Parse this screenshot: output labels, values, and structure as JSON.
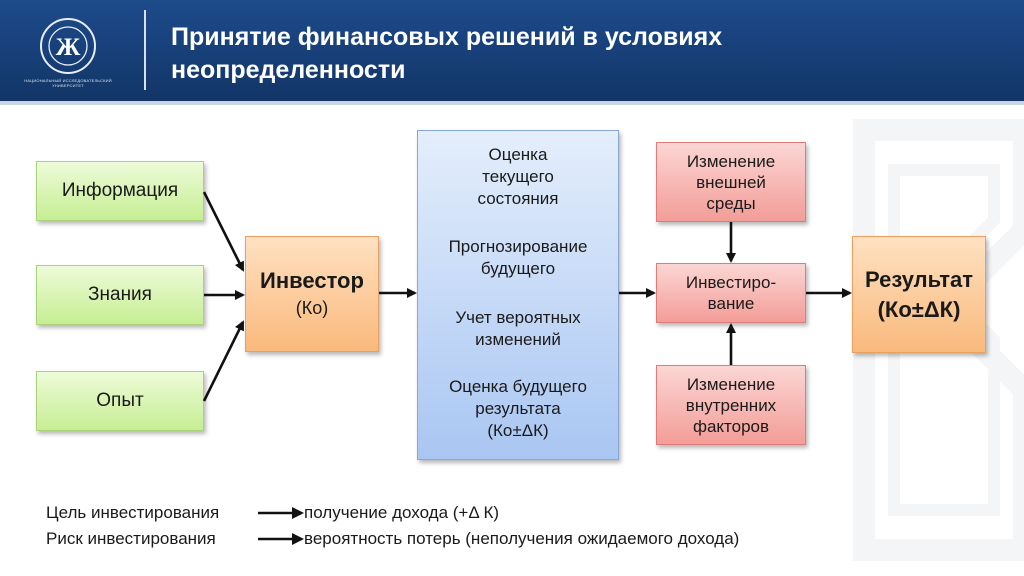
{
  "header": {
    "title_line1": "Принятие финансовых решений в условиях",
    "title_line2": "неопределенности",
    "logo_letter": "Ж",
    "logo_caption": "НАЦИОНАЛЬНЫЙ ИССЛЕДОВАТЕЛЬСКИЙ УНИВЕРСИТЕТ",
    "colors": {
      "header_bg": "#1a4480",
      "stripe": "#c9d4e3"
    }
  },
  "diagram": {
    "inputs": [
      "Информация",
      "Знания",
      "Опыт"
    ],
    "investor": {
      "title": "Инвестор",
      "sub": "(Ко)"
    },
    "process": [
      [
        "Оценка",
        "текущего",
        "состояния"
      ],
      [
        "Прогнозирование",
        "будущего"
      ],
      [
        "Учет вероятных",
        "изменений"
      ],
      [
        "Оценка будущего",
        "результата",
        "(Ко±ΔК)"
      ]
    ],
    "external": [
      "Изменение",
      "внешней",
      "среды"
    ],
    "investing": [
      "Инвестиро-",
      "вание"
    ],
    "internal": [
      "Изменение",
      "внутренних",
      "факторов"
    ],
    "result": {
      "title_line1": "Результат",
      "title_line2": "(Ко±ΔК)"
    },
    "colors": {
      "inputs": "#d4f5a8",
      "investor": "#fcc896",
      "process": "#bcd3f5",
      "factors": "#f7b4b0",
      "result": "#fcc896",
      "arrows": "#111111"
    }
  },
  "legend": [
    {
      "term": "Цель инвестирования",
      "definition": "получение дохода (+Δ К)"
    },
    {
      "term": "Риск инвестирования",
      "definition": "вероятность потерь (неполучения ожидаемого дохода)"
    }
  ]
}
